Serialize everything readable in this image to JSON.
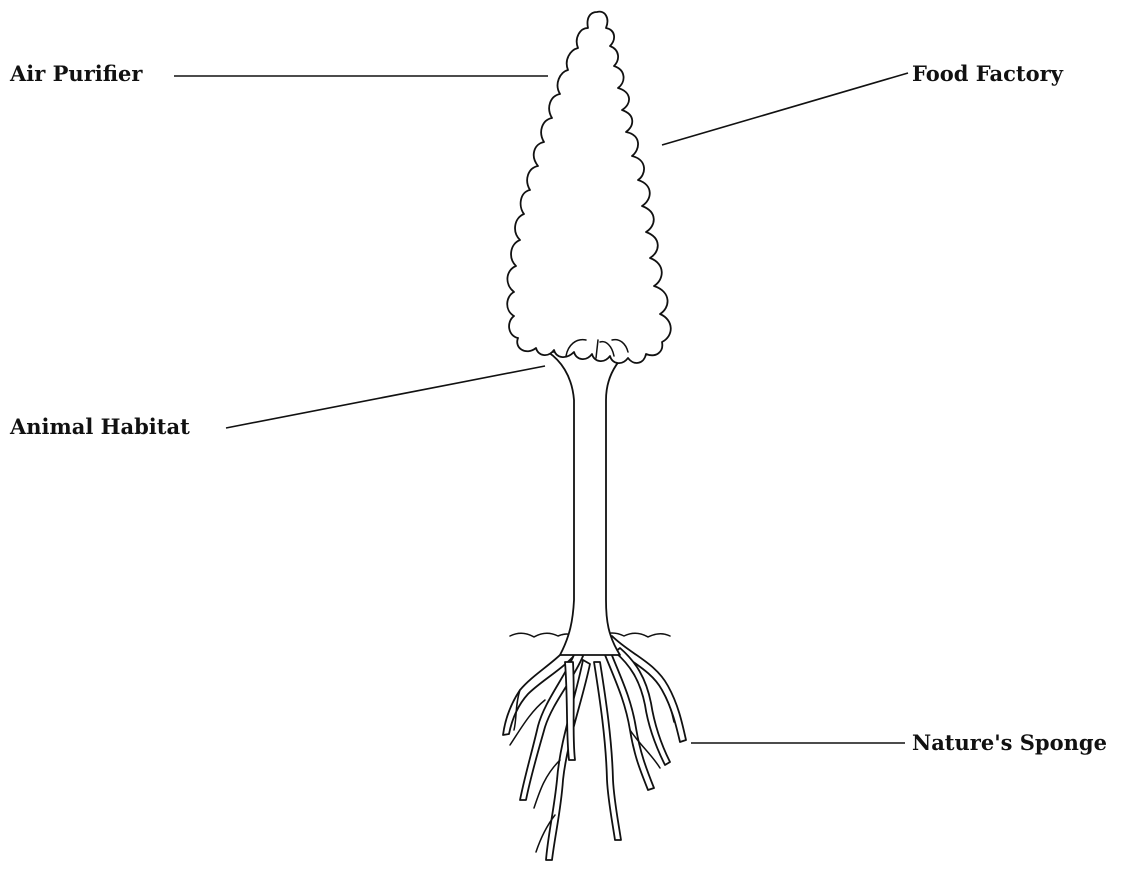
{
  "labels": {
    "air_purifier": "Air Purifier",
    "food_factory": "Food Factory",
    "animal_habitat": "Animal Habitat",
    "natures_sponge": "Nature's Sponge"
  },
  "colors": {
    "ink": "#111111",
    "background": "#ffffff"
  }
}
